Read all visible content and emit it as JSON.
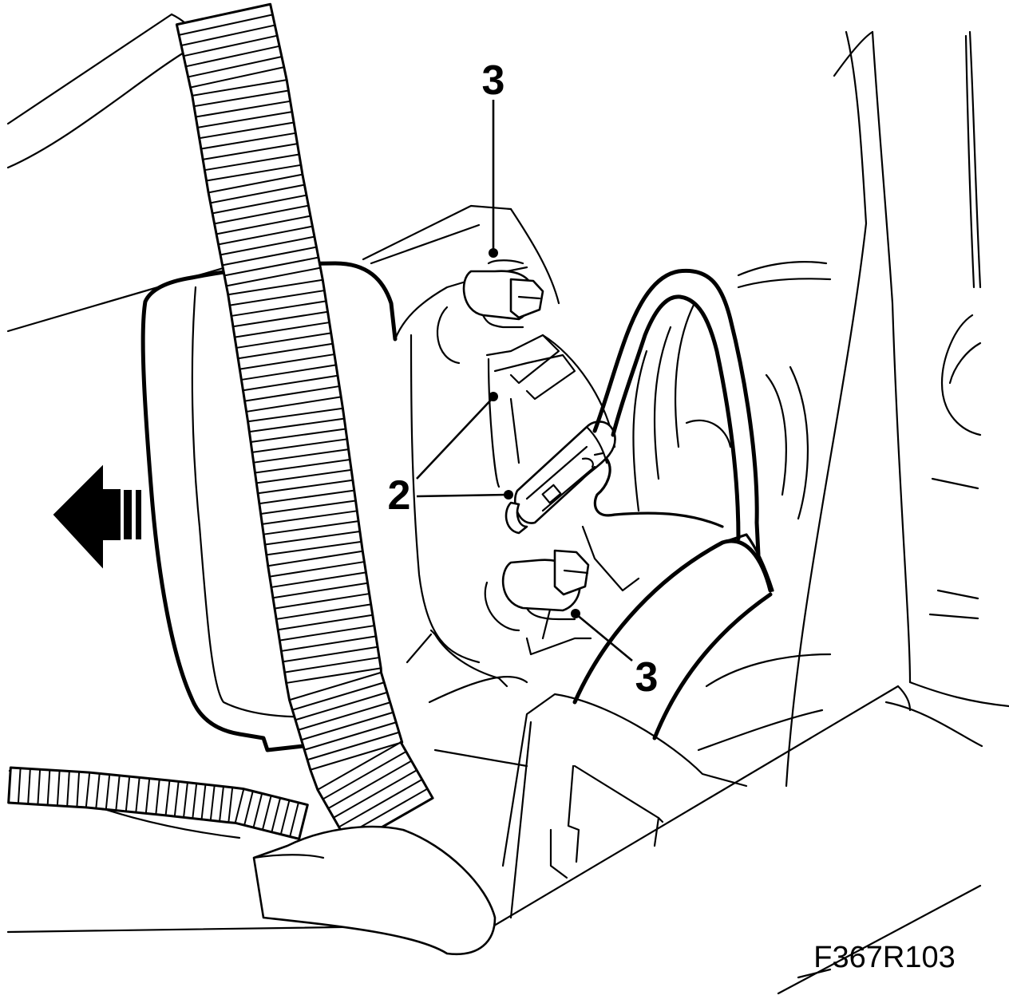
{
  "figure_id": "F367R103",
  "callouts": [
    {
      "id": "c3-top",
      "label": "3"
    },
    {
      "id": "c2",
      "label": "2"
    },
    {
      "id": "c3-bottom",
      "label": "3"
    }
  ],
  "icons": {
    "arrow": "left-arrow-icon",
    "bolt": "bolt-icon",
    "connector": "connector-icon",
    "harness": "wiring-harness-icon"
  }
}
